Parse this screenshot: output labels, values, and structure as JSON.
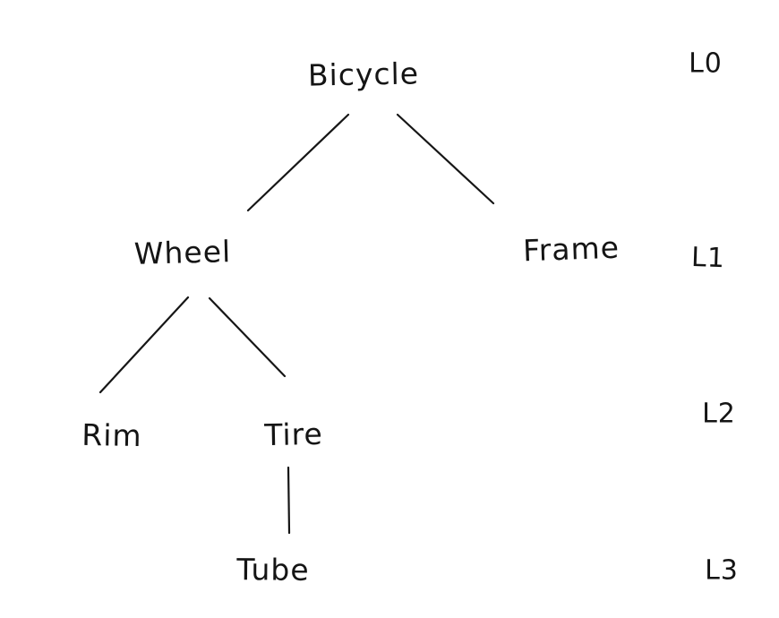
{
  "diagram": {
    "type": "tree",
    "style": "hand-drawn",
    "colors": {
      "ink": "#161616",
      "background": "#ffffff"
    },
    "nodes": [
      {
        "id": "bicycle",
        "label": "Bicycle",
        "level": 0,
        "parent": null
      },
      {
        "id": "wheel",
        "label": "Wheel",
        "level": 1,
        "parent": "bicycle"
      },
      {
        "id": "frame",
        "label": "Frame",
        "level": 1,
        "parent": "bicycle"
      },
      {
        "id": "rim",
        "label": "Rim",
        "level": 2,
        "parent": "wheel"
      },
      {
        "id": "tire",
        "label": "Tire",
        "level": 2,
        "parent": "wheel"
      },
      {
        "id": "tube",
        "label": "Tube",
        "level": 3,
        "parent": "tire"
      }
    ],
    "edges": [
      {
        "from": "bicycle",
        "to": "wheel"
      },
      {
        "from": "bicycle",
        "to": "frame"
      },
      {
        "from": "wheel",
        "to": "rim"
      },
      {
        "from": "wheel",
        "to": "tire"
      },
      {
        "from": "tire",
        "to": "tube"
      }
    ],
    "level_labels": [
      {
        "label": "L0"
      },
      {
        "label": "L1"
      },
      {
        "label": "L2"
      },
      {
        "label": "L3"
      }
    ]
  }
}
